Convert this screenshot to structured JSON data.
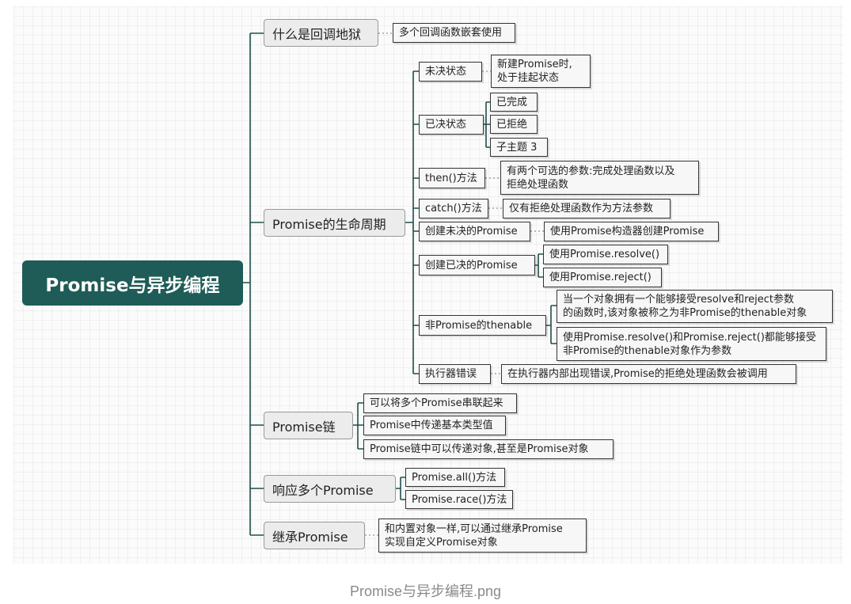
{
  "root": "Promise与异步编程",
  "branches": {
    "callback_hell": {
      "label": "什么是回调地狱",
      "items": [
        "多个回调函数嵌套使用"
      ]
    },
    "lifecycle": {
      "label": "Promise的生命周期",
      "pending": {
        "label": "未决状态",
        "desc": [
          "新建Promise时,",
          "处于挂起状态"
        ]
      },
      "settled": {
        "label": "已决状态",
        "items": [
          "已完成",
          "已拒绝",
          "子主题 3"
        ]
      },
      "then": {
        "label": "then()方法",
        "desc": [
          "有两个可选的参数:完成处理函数以及",
          "拒绝处理函数"
        ]
      },
      "catch": {
        "label": "catch()方法",
        "desc": "仅有拒绝处理函数作为方法参数"
      },
      "create_pending": {
        "label": "创建未决的Promise",
        "desc": "使用Promise构造器创建Promise"
      },
      "create_settled": {
        "label": "创建已决的Promise",
        "items": [
          "使用Promise.resolve()",
          "使用Promise.reject()"
        ]
      },
      "thenable": {
        "label": "非Promise的thenable",
        "items": [
          [
            "当一个对象拥有一个能够接受resolve和reject参数",
            "的函数时,该对象被称之为非Promise的thenable对象"
          ],
          [
            "使用Promise.resolve()和Promise.reject()都能够接受",
            "非Promise的thenable对象作为参数"
          ]
        ]
      },
      "executor_error": {
        "label": "执行器错误",
        "desc": "在执行器内部出现错误,Promise的拒绝处理函数会被调用"
      }
    },
    "chain": {
      "label": "Promise链",
      "items": [
        "可以将多个Promise串联起来",
        "Promise中传递基本类型值",
        "Promise链中可以传递对象,甚至是Promise对象"
      ]
    },
    "multiple": {
      "label": "响应多个Promise",
      "items": [
        "Promise.all()方法",
        "Promise.race()方法"
      ]
    },
    "inherit": {
      "label": "继承Promise",
      "desc": [
        "和内置对象一样,可以通过继承Promise",
        "实现自定义Promise对象"
      ]
    }
  },
  "caption": "Promise与异步编程.png",
  "colors": {
    "root_bg": "#1f5c57",
    "line": "#1f4f4b",
    "branch_bg": "#ececec"
  }
}
